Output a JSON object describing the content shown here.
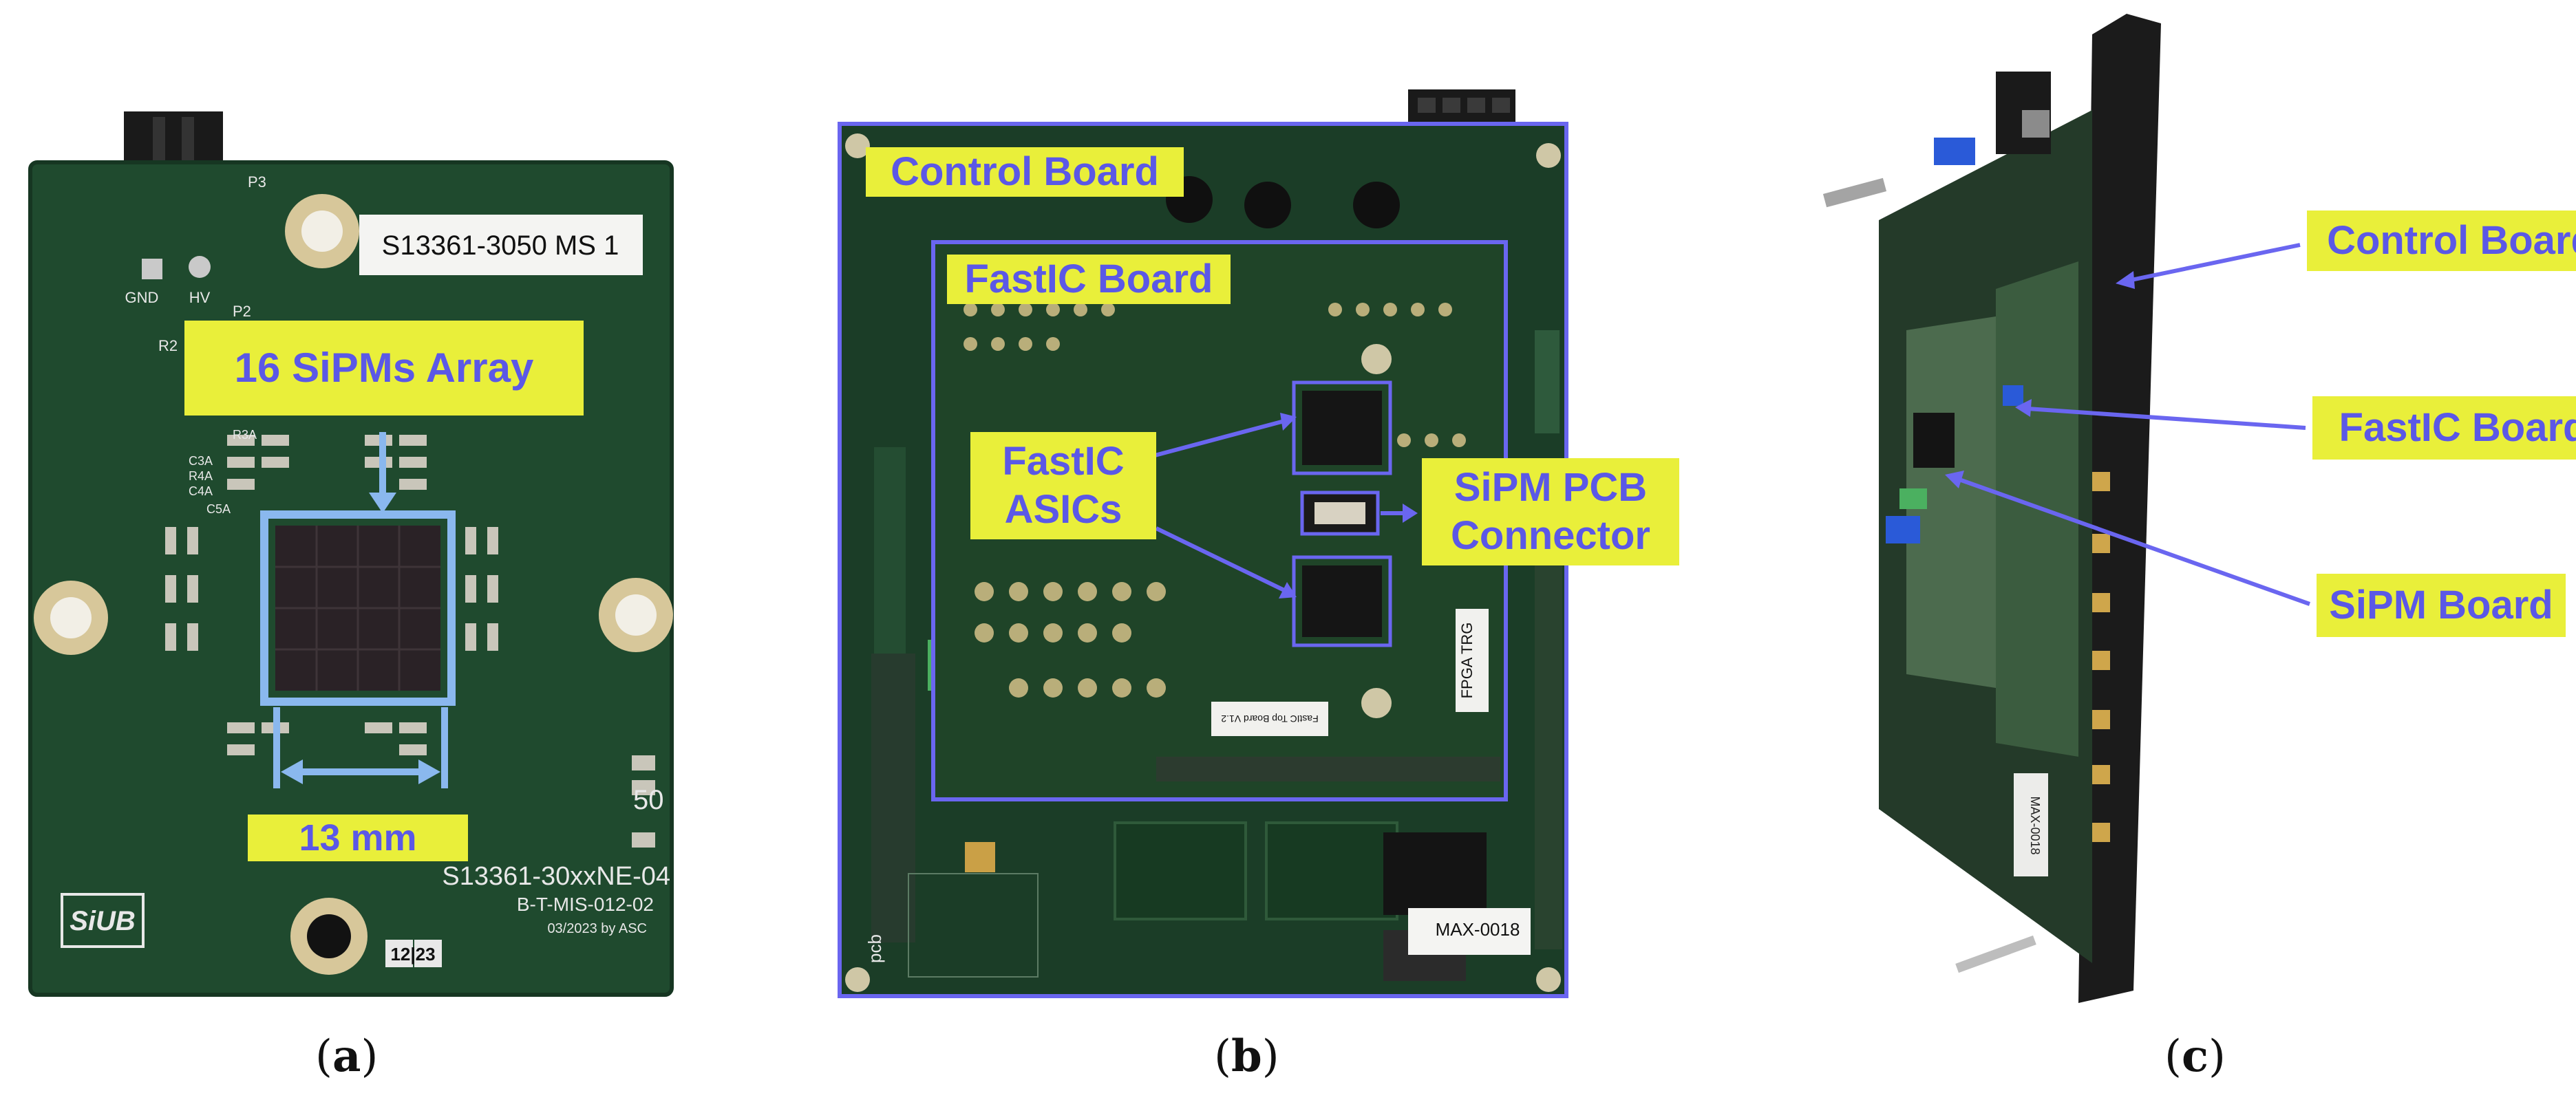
{
  "panels": {
    "a": {
      "caption_letter": "a",
      "labels": {
        "array": "16 SiPMs Array",
        "size": "13 mm"
      },
      "silk": {
        "sticker": "S13361-3050 MS 1",
        "part": "S13361-30xxNE-04",
        "ref": "B-T-MIS-012-02",
        "date": "03/2023 by ASC",
        "num": "50",
        "gnd": "GND",
        "hv": "HV",
        "p2": "P2",
        "p3": "P3",
        "r2": "R2",
        "r3a": "R3A",
        "c3a": "C3A",
        "r4a": "R4A",
        "c4a": "C4A",
        "c5a": "C5A",
        "date_code": "12|23",
        "logo": "SiUB"
      }
    },
    "b": {
      "caption_letter": "b",
      "labels": {
        "control": "Control Board",
        "fastic": "FastIC Board",
        "asics_line1": "FastIC",
        "asics_line2": "ASICs",
        "conn_line1": "SiPM PCB",
        "conn_line2": "Connector"
      },
      "silk": {
        "max": "MAX-0018",
        "fpga": "FPGA TRG",
        "fastic_sticker": "FastIC Top Board V1.2",
        "pcb": "pcb"
      }
    },
    "c": {
      "caption_letter": "c",
      "labels": {
        "control": "Control Board",
        "fastic": "FastIC Board",
        "sipm": "SiPM Board"
      },
      "silk": {
        "max": "MAX-0018"
      }
    }
  },
  "colors": {
    "label_bg": "#e9ef3a",
    "label_text": "#5b58e6",
    "arrow": "#6a66f0",
    "pcb_green": "#1f4a2e",
    "outline_a": "#8ab8ee"
  }
}
